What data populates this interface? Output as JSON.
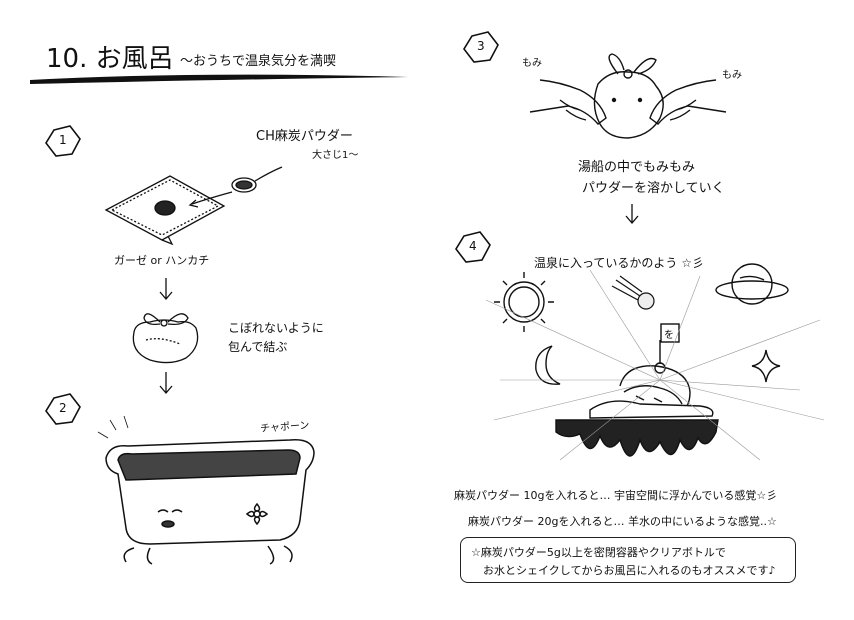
{
  "header": {
    "title": "10. お風呂",
    "subtitle": "～おうちで温泉気分を満喫"
  },
  "steps": [
    {
      "number": "1"
    },
    {
      "number": "2"
    },
    {
      "number": "3"
    },
    {
      "number": "4"
    }
  ],
  "step1": {
    "product": "CH麻炭パウダー",
    "amount": "大さじ1～",
    "cloth": "ガーゼ or ハンカチ",
    "tie_caption_line1": "こぼれないように",
    "tie_caption_line2": "包んで結ぶ"
  },
  "step2": {
    "sound": "チャポーン"
  },
  "step3": {
    "sfx_left": "もみ",
    "sfx_right": "もみ",
    "caption_line1": "湯船の中でもみもみ",
    "caption_line2": "パウダーを溶かしていく"
  },
  "step4": {
    "caption": "温泉に入っているかのよう ☆彡",
    "flag_text": "を",
    "result_10g": "麻炭パウダー 10gを入れると… 宇宙空間に浮かんでいる感覚☆彡",
    "result_20g": "麻炭パウダー 20gを入れると… 羊水の中にいるような感覚..☆"
  },
  "tip": {
    "line1": "☆麻炭パウダー5g以上を密閉容器やクリアボトルで",
    "line2": "お水とシェイクしてからお風呂に入れるのもオススメです♪"
  },
  "colors": {
    "ink": "#111111",
    "paper": "#ffffff",
    "charcoal": "#333333"
  }
}
